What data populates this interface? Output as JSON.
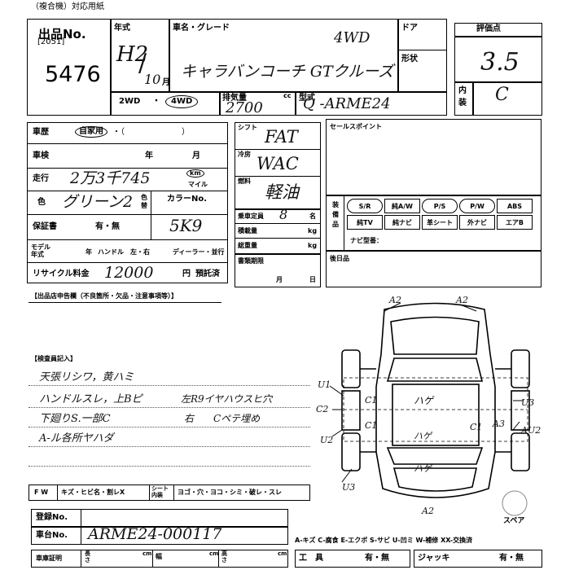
{
  "header": {
    "title": "（複合機）対応用紙"
  },
  "lot": {
    "label": "出品No.",
    "code": "[2051]",
    "number": "5476"
  },
  "year": {
    "label": "年式",
    "era": "H2",
    "month": "10",
    "month_unit": "月"
  },
  "car": {
    "label": "車名・グレード",
    "drive_note": "4WD",
    "name": "キャラバンコーチ GTクルーズ"
  },
  "door": {
    "label": "ドア"
  },
  "shape": {
    "label": "形状"
  },
  "grade": {
    "label": "評価点",
    "score": "3.5",
    "interior_label": "内装",
    "interior": "C"
  },
  "drive": {
    "two": "2WD",
    "four": "4WD",
    "sep": "・"
  },
  "displacement": {
    "label": "排気量",
    "unit": "cc",
    "value": "2700"
  },
  "model": {
    "label": "型式",
    "value": "Q  -ARME24"
  },
  "history": {
    "label": "車歴",
    "opt1": "自家用",
    "rest": "・（　　　　　　　）"
  },
  "inspection": {
    "label": "車検",
    "year": "年",
    "month": "月"
  },
  "mileage": {
    "label": "走行",
    "value": "2万3千745",
    "unit": "km",
    "unit2": "マイル"
  },
  "color": {
    "label": "色",
    "value": "グリーン2",
    "change_label": "色替",
    "color_no_label": "カラーNo."
  },
  "warranty": {
    "label": "保証書",
    "options": "有・無",
    "color_no": "5K9"
  },
  "model_year": {
    "label": "モデル年式",
    "year": "年",
    "handle_label": "ハンドル",
    "handle_options": "左・右",
    "dealer_label": "ディーラー・並行"
  },
  "recycle": {
    "label": "リサイクル料金",
    "value": "12000",
    "unit": "円",
    "deposit": "預託済"
  },
  "shift": {
    "label": "シフト",
    "value": "FAT"
  },
  "ac": {
    "label": "冷房",
    "value": "WAC"
  },
  "fuel": {
    "label": "燃料",
    "value": "軽油"
  },
  "capacity": {
    "label": "乗車定員",
    "value": "8",
    "unit": "名"
  },
  "load": {
    "label": "積載量",
    "unit": "kg"
  },
  "gross": {
    "label": "総重量",
    "unit": "kg"
  },
  "docs": {
    "label": "書類期限",
    "month": "月",
    "day": "日"
  },
  "sales": {
    "label": "セールスポイント"
  },
  "equipment": {
    "label": "装備品",
    "items": [
      "S/R",
      "純A/W",
      "P/S",
      "P/W",
      "ABS",
      "純TV",
      "純ナビ",
      "革シート",
      "外ナビ",
      "エアB"
    ],
    "navi_label": "ナビ型番："
  },
  "aftermarket": {
    "label": "後日品"
  },
  "declaration": {
    "label": "【出品店申告欄（不良箇所・欠品・注意事項等）】"
  },
  "inspector": {
    "label": "【検査員記入】",
    "notes": [
      "天張リシワ，黄ハミ",
      "ハンドルスレ，上Bピ",
      "下廻りS.一部C",
      "A-ル各所ヤハダ",
      "左R9イヤハウスヒ穴",
      "右　　Cペテ埋め"
    ]
  },
  "diagram": {
    "marks": [
      "A2",
      "A2",
      "U1",
      "C1",
      "C2",
      "C1",
      "U2",
      "C1",
      "U3",
      "A3",
      "AU2",
      "ハゲ",
      "ハゲ",
      "ハゲ",
      "U3",
      "A2"
    ],
    "spare_label": "スペア"
  },
  "fw": {
    "label": "F W",
    "text": "キズ・ヒビ名・割レX",
    "seat_label": "シート内装",
    "seat_text": "ヨゴ・穴・ヨコ・シミ・破レ・スレ"
  },
  "registration": {
    "label": "登録No."
  },
  "chassis": {
    "label": "車台No.",
    "value": "ARME24-000117"
  },
  "legend": {
    "text": "A-キズ C-腐食 E-エクボ S-サビ U-凹ミ W-補修 XX-交換済"
  },
  "footer": {
    "cert_label": "車庫証明",
    "len": "長さ",
    "width": "幅",
    "height": "高さ",
    "cm": "cm",
    "tools_label": "工　具",
    "tools_opts": "有・無",
    "jack_label": "ジャッキ",
    "jack_opts": "有・無"
  }
}
